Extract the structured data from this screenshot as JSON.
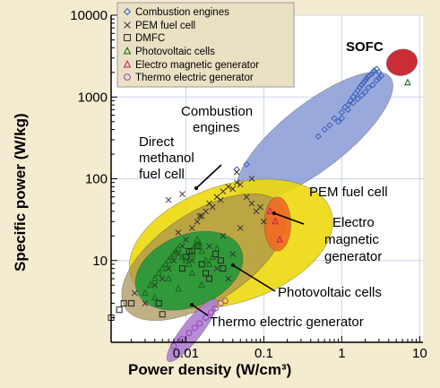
{
  "chart_data": {
    "type": "scatter",
    "xlabel": "Power density (W/cm³)",
    "ylabel": "Specific power (W/kg)",
    "x_scale": "log",
    "y_scale": "log",
    "xlim": [
      0.0011,
      11
    ],
    "ylim": [
      1,
      10000
    ],
    "x_ticks": [
      {
        "value": 0.01,
        "label": "0.01"
      },
      {
        "value": 0.1,
        "label": "0.1"
      },
      {
        "value": 1,
        "label": "1"
      },
      {
        "value": 10,
        "label": "10"
      }
    ],
    "y_ticks": [
      {
        "value": 10,
        "label": "10"
      },
      {
        "value": 100,
        "label": "100"
      },
      {
        "value": 1000,
        "label": "1000"
      },
      {
        "value": 10000,
        "label": "10000"
      }
    ],
    "grid": true,
    "legend_position": "top-left",
    "series": [
      {
        "name": "Combustion engines",
        "marker": "diamond",
        "color": "#3a5fb8",
        "x": [
          0.045,
          0.06,
          0.9,
          1.0,
          1.1,
          1.2,
          1.3,
          1.4,
          1.5,
          1.6,
          1.7,
          1.8,
          1.9,
          2.0,
          2.1,
          2.2,
          2.4,
          2.5,
          2.6,
          2.8,
          3.0,
          3.2,
          1.0,
          1.2,
          1.4,
          1.6,
          1.8,
          2.0,
          2.2,
          2.5,
          2.8,
          3.0,
          0.5,
          0.6,
          0.7,
          0.8
        ],
        "y": [
          130,
          150,
          500,
          650,
          750,
          800,
          900,
          1000,
          1100,
          1200,
          1300,
          1400,
          1500,
          1600,
          1700,
          1800,
          1900,
          2000,
          2100,
          2200,
          2000,
          1800,
          550,
          700,
          850,
          950,
          1050,
          1150,
          1300,
          1400,
          1600,
          1700,
          330,
          400,
          450,
          550
        ]
      },
      {
        "name": "PEM fuel cell",
        "marker": "x",
        "color": "#333333",
        "x": [
          0.0022,
          0.003,
          0.004,
          0.005,
          0.006,
          0.007,
          0.008,
          0.009,
          0.01,
          0.012,
          0.014,
          0.016,
          0.018,
          0.02,
          0.022,
          0.025,
          0.028,
          0.03,
          0.035,
          0.04,
          0.045,
          0.05,
          0.06,
          0.07,
          0.08,
          0.09,
          0.1,
          0.012,
          0.02,
          0.03,
          0.04,
          0.05,
          0.006,
          0.009,
          0.015,
          0.025,
          0.035,
          0.008,
          0.045,
          0.07
        ],
        "y": [
          4,
          3,
          5,
          6,
          8,
          10,
          12,
          15,
          18,
          25,
          30,
          35,
          40,
          50,
          45,
          60,
          55,
          70,
          80,
          75,
          90,
          85,
          60,
          50,
          40,
          45,
          30,
          10,
          15,
          20,
          12,
          25,
          55,
          65,
          35,
          8,
          6,
          22,
          120,
          100
        ]
      },
      {
        "name": "DMFC",
        "marker": "square",
        "color": "#222222",
        "x": [
          0.0011,
          0.0014,
          0.0016,
          0.002,
          0.0045,
          0.005,
          0.009,
          0.01,
          0.011,
          0.012,
          0.014,
          0.016,
          0.018,
          0.02,
          0.024,
          0.028,
          0.03
        ],
        "y": [
          2,
          2.5,
          3,
          3,
          3,
          2.2,
          8,
          11,
          13,
          13,
          15,
          9,
          7,
          6,
          12,
          10,
          8
        ]
      },
      {
        "name": "Photovoltaic cells",
        "marker": "triangle",
        "color": "#1a6b1a",
        "x": [
          0.003,
          0.0035,
          0.004,
          0.0045,
          0.005,
          0.0055,
          0.006,
          0.0065,
          0.007,
          0.0075,
          0.008,
          0.009,
          0.01,
          0.011,
          0.012,
          0.013,
          0.014,
          0.015,
          0.016,
          0.018,
          0.02,
          0.022,
          0.025,
          0.004,
          0.006,
          0.008,
          0.012,
          0.016,
          7
        ],
        "y": [
          4,
          5,
          6,
          7,
          8,
          9,
          10,
          11,
          12,
          13,
          14,
          11,
          10,
          9,
          12,
          15,
          18,
          16,
          13,
          10,
          9,
          11,
          14,
          3.5,
          6,
          4.5,
          7,
          5,
          1500
        ]
      },
      {
        "name": "Electro magnetic generator",
        "marker": "triangle",
        "color": "#d0205a",
        "x": [
          0.12,
          0.14,
          0.16
        ],
        "y": [
          40,
          30,
          18
        ]
      },
      {
        "name": "Thermo electric generator",
        "marker": "circle",
        "color": "#9b3fb5",
        "x": [
          0.007,
          0.009,
          0.011,
          0.013,
          0.015,
          0.018,
          0.021,
          0.024,
          0.028,
          0.032
        ],
        "y": [
          0.9,
          1.1,
          1.3,
          1.5,
          1.7,
          2,
          2.3,
          2.6,
          3,
          3.2
        ]
      }
    ],
    "regions": [
      {
        "name": "SOFC",
        "label": "SOFC",
        "color": "#c41620",
        "cx": 5.9,
        "cy": 2650,
        "rx_decades": 0.2,
        "ry_decades": 0.16,
        "angle": -15
      },
      {
        "name": "Combustion engines",
        "label": "Combustion engines",
        "color": "#8fa0d8",
        "cx": 0.45,
        "cy": 330,
        "rx_decades": 1.23,
        "ry_decades": 0.4,
        "angle": -38
      },
      {
        "name": "PEM fuel cell",
        "label": "PEM fuel cell",
        "color": "#ecd80d",
        "cx": 0.038,
        "cy": 16,
        "rx_decades": 1.35,
        "ry_decades": 0.72,
        "angle": -18
      },
      {
        "name": "Direct methanol fuel cell",
        "label": "Direct methanol fuel cell",
        "color": "#a78f50",
        "cx": 0.017,
        "cy": 11,
        "rx_decades": 1.2,
        "ry_decades": 0.55,
        "angle": -33
      },
      {
        "name": "Photovoltaic cells",
        "label": "Photovoltaic cells",
        "color": "#22983a",
        "cx": 0.011,
        "cy": 7.5,
        "rx_decades": 0.72,
        "ry_decades": 0.44,
        "angle": -22
      },
      {
        "name": "Electro magnetic generator",
        "label": "Electro magnetic generator",
        "color": "#ef6a22",
        "cx": 0.15,
        "cy": 28,
        "rx_decades": 0.17,
        "ry_decades": 0.33,
        "angle": 0
      },
      {
        "name": "Thermo electric generator",
        "label": "Thermo electric generator",
        "color": "#ae7fd2",
        "cx": 0.012,
        "cy": 1.4,
        "rx_decades": 0.5,
        "ry_decades": 0.12,
        "angle": -52
      }
    ],
    "annotations": {
      "sofc": "SOFC",
      "combustion_1": "Combustion",
      "combustion_2": "engines",
      "dmfc_1": "Direct",
      "dmfc_2": "methanol",
      "dmfc_3": "fuel cell",
      "pem": "PEM fuel cell",
      "emg_1": "Electro",
      "emg_2": "magnetic",
      "emg_3": "generator",
      "pv": "Photovoltaic cells",
      "teg": "Thermo electric generator"
    }
  }
}
